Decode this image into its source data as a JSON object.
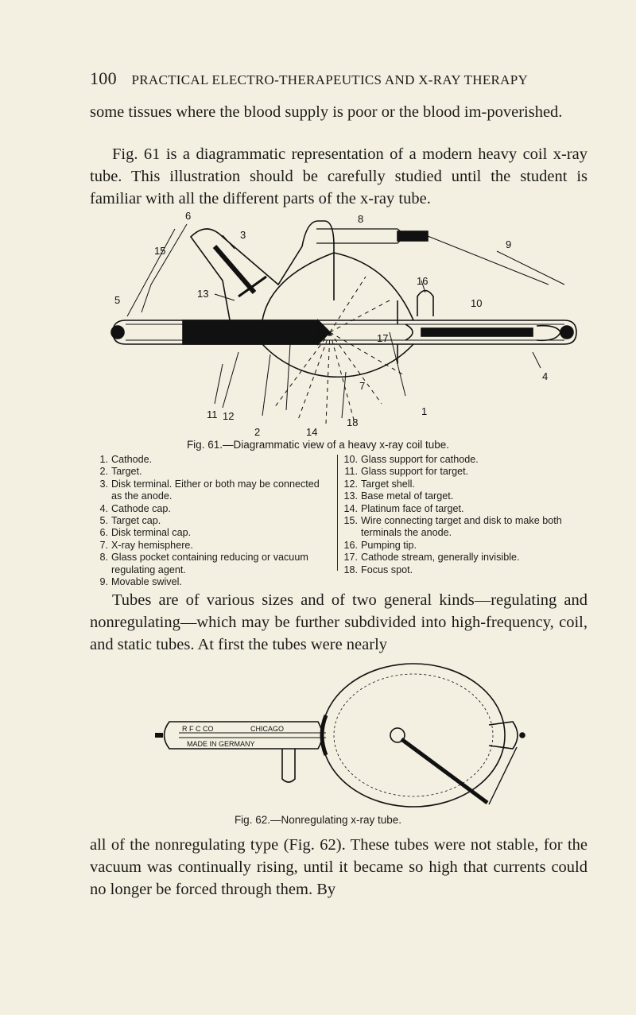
{
  "header": {
    "page_number": "100",
    "running_title": "PRACTICAL ELECTRO-THERAPEUTICS AND X-RAY THERAPY"
  },
  "paragraphs": {
    "p1": "some tissues where the blood supply is poor or the blood im-poverished.",
    "p2": "Fig. 61 is a diagrammatic representation of a modern heavy coil x-ray tube. This illustration should be carefully studied until the student is familiar with all the different parts of the x-ray tube.",
    "p3": "Tubes are of various sizes and of two general kinds—regulating and nonregulating—which may be further subdivided into high-frequency, coil, and static tubes. At first the tubes were nearly",
    "p4": "all of the nonregulating type (Fig. 62). These tubes were not stable, for the vacuum was continually rising, until it became so high that currents could no longer be forced through them. By"
  },
  "figure61": {
    "caption": "Fig. 61.—Diagrammatic view of a heavy x-ray coil tube.",
    "callouts": [
      "6",
      "8",
      "15",
      "3",
      "9",
      "5",
      "13",
      "16",
      "10",
      "17",
      "4",
      "7",
      "11",
      "12",
      "2",
      "14",
      "18",
      "1"
    ],
    "legend_left": [
      {
        "num": "1.",
        "text": "Cathode."
      },
      {
        "num": "2.",
        "text": "Target."
      },
      {
        "num": "3.",
        "text": "Disk terminal. Either or both may be connected as the anode."
      },
      {
        "num": "4.",
        "text": "Cathode cap."
      },
      {
        "num": "5.",
        "text": "Target cap."
      },
      {
        "num": "6.",
        "text": "Disk terminal cap."
      },
      {
        "num": "7.",
        "text": "X-ray hemisphere."
      },
      {
        "num": "8.",
        "text": "Glass pocket containing reducing or vacuum regulating agent."
      },
      {
        "num": "9.",
        "text": "Movable swivel."
      }
    ],
    "legend_right": [
      {
        "num": "10.",
        "text": "Glass support for cathode."
      },
      {
        "num": "11.",
        "text": "Glass support for target."
      },
      {
        "num": "12.",
        "text": "Target shell."
      },
      {
        "num": "13.",
        "text": "Base metal of target."
      },
      {
        "num": "14.",
        "text": "Platinum face of target."
      },
      {
        "num": "15.",
        "text": "Wire connecting target and disk to make both terminals the anode."
      },
      {
        "num": "16.",
        "text": "Pumping tip."
      },
      {
        "num": "17.",
        "text": "Cathode stream, generally invisible."
      },
      {
        "num": "18.",
        "text": "Focus spot."
      }
    ]
  },
  "figure62": {
    "caption": "Fig. 62.—Nonregulating x-ray tube.",
    "label_top": "R F C CO",
    "label_city": "CHICAGO",
    "label_bottom": "MADE IN GERMANY"
  }
}
